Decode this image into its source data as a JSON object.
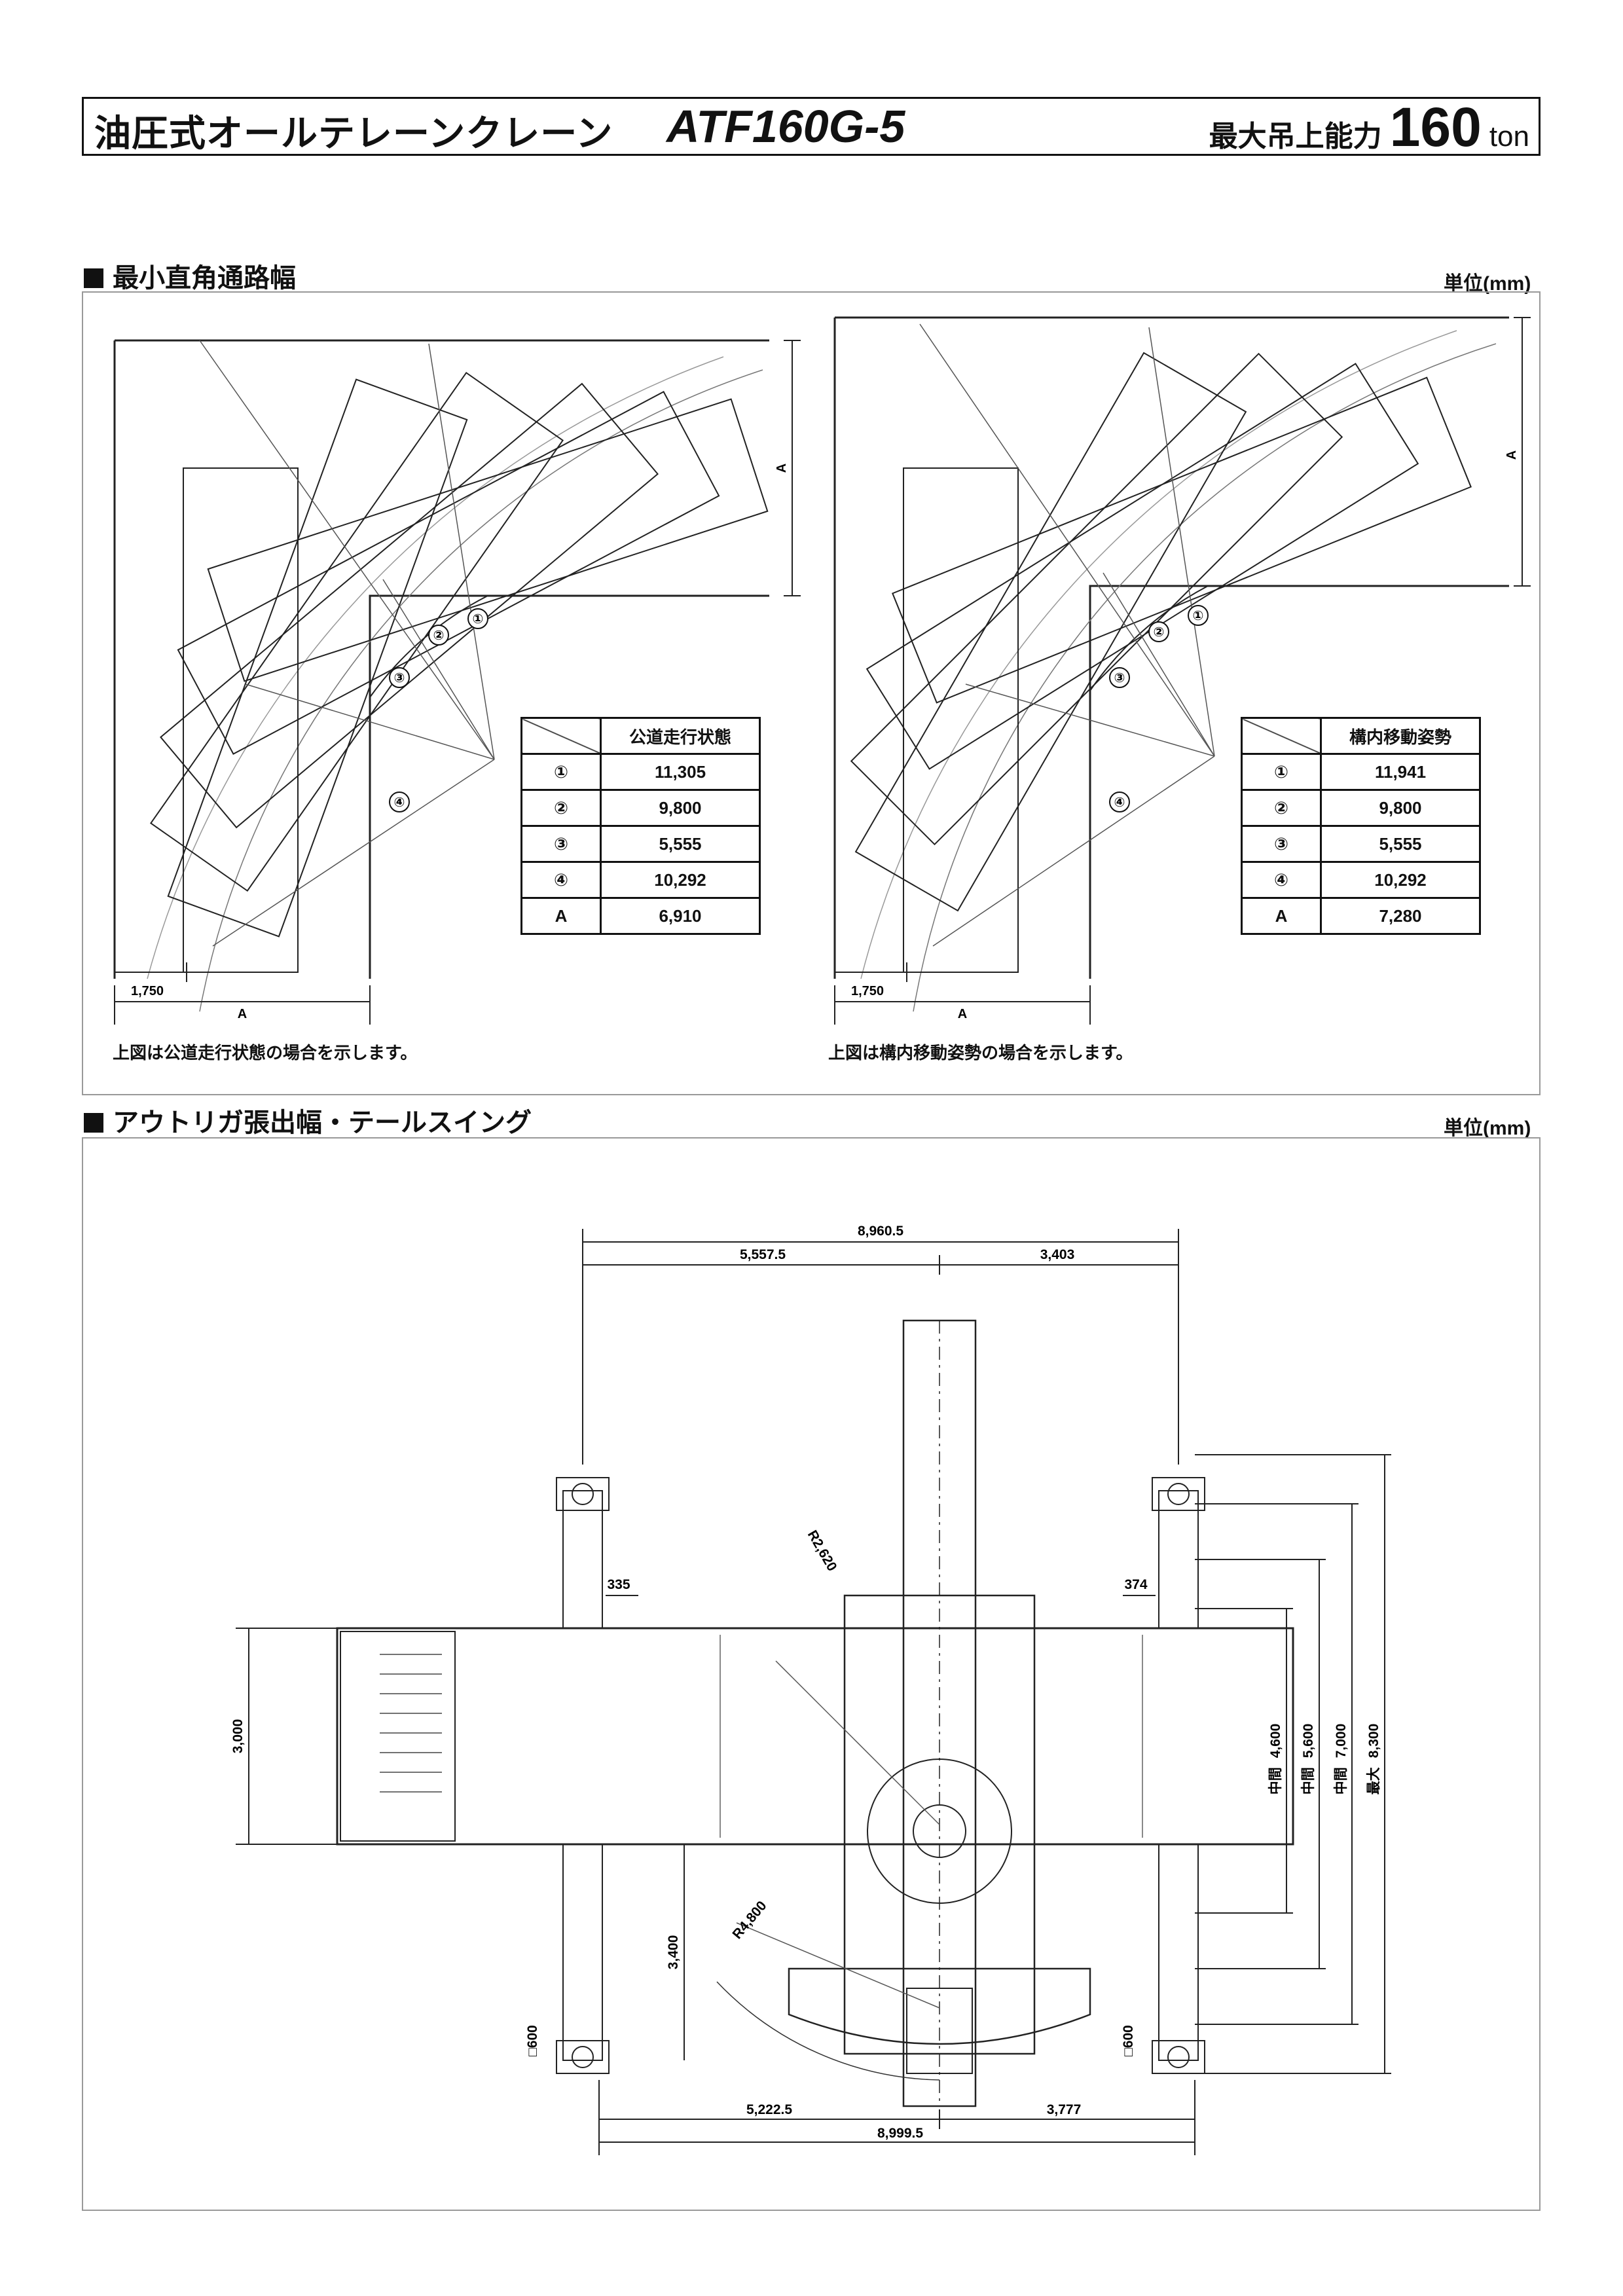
{
  "header": {
    "title": "油圧式オールテレーンクレーン",
    "model": "ATF160G-5",
    "capacity_label": "最大吊上能力",
    "capacity_value": "160",
    "capacity_unit": "ton"
  },
  "section1": {
    "title": "最小直角通路幅",
    "unit": "単位(mm)",
    "left": {
      "table_header": "公道走行状態",
      "rows": [
        {
          "key": "①",
          "value": "11,305"
        },
        {
          "key": "②",
          "value": "9,800"
        },
        {
          "key": "③",
          "value": "5,555"
        },
        {
          "key": "④",
          "value": "10,292"
        },
        {
          "key": "A",
          "value": "6,910"
        }
      ],
      "dim_offset": "1,750",
      "dim_a": "A",
      "dim_side": "A",
      "note": "上図は公道走行状態の場合を示します。"
    },
    "right": {
      "table_header": "構内移動姿勢",
      "rows": [
        {
          "key": "①",
          "value": "11,941"
        },
        {
          "key": "②",
          "value": "9,800"
        },
        {
          "key": "③",
          "value": "5,555"
        },
        {
          "key": "④",
          "value": "10,292"
        },
        {
          "key": "A",
          "value": "7,280"
        }
      ],
      "dim_offset": "1,750",
      "dim_a": "A",
      "dim_side": "A",
      "note": "上図は構内移動姿勢の場合を示します。"
    },
    "circle_labels": [
      "①",
      "②",
      "③",
      "④"
    ]
  },
  "section2": {
    "title": "アウトリガ張出幅・テールスイング",
    "unit": "単位(mm)",
    "dims": {
      "top_total": "8,960.5",
      "top_left": "5,557.5",
      "top_right": "3,403",
      "bottom_left": "5,222.5",
      "bottom_right": "3,777",
      "bottom_total": "8,999.5",
      "left_pad": "335",
      "right_pad": "374",
      "width": "3,000",
      "tail": "3,400",
      "r1": "R2,620",
      "r2": "R4,800",
      "pad_left": "□600",
      "pad_right": "□600"
    },
    "spreads": [
      {
        "label": "中間",
        "value": "4,600"
      },
      {
        "label": "中間",
        "value": "5,600"
      },
      {
        "label": "中間",
        "value": "7,000"
      },
      {
        "label": "最大",
        "value": "8,300"
      }
    ]
  }
}
